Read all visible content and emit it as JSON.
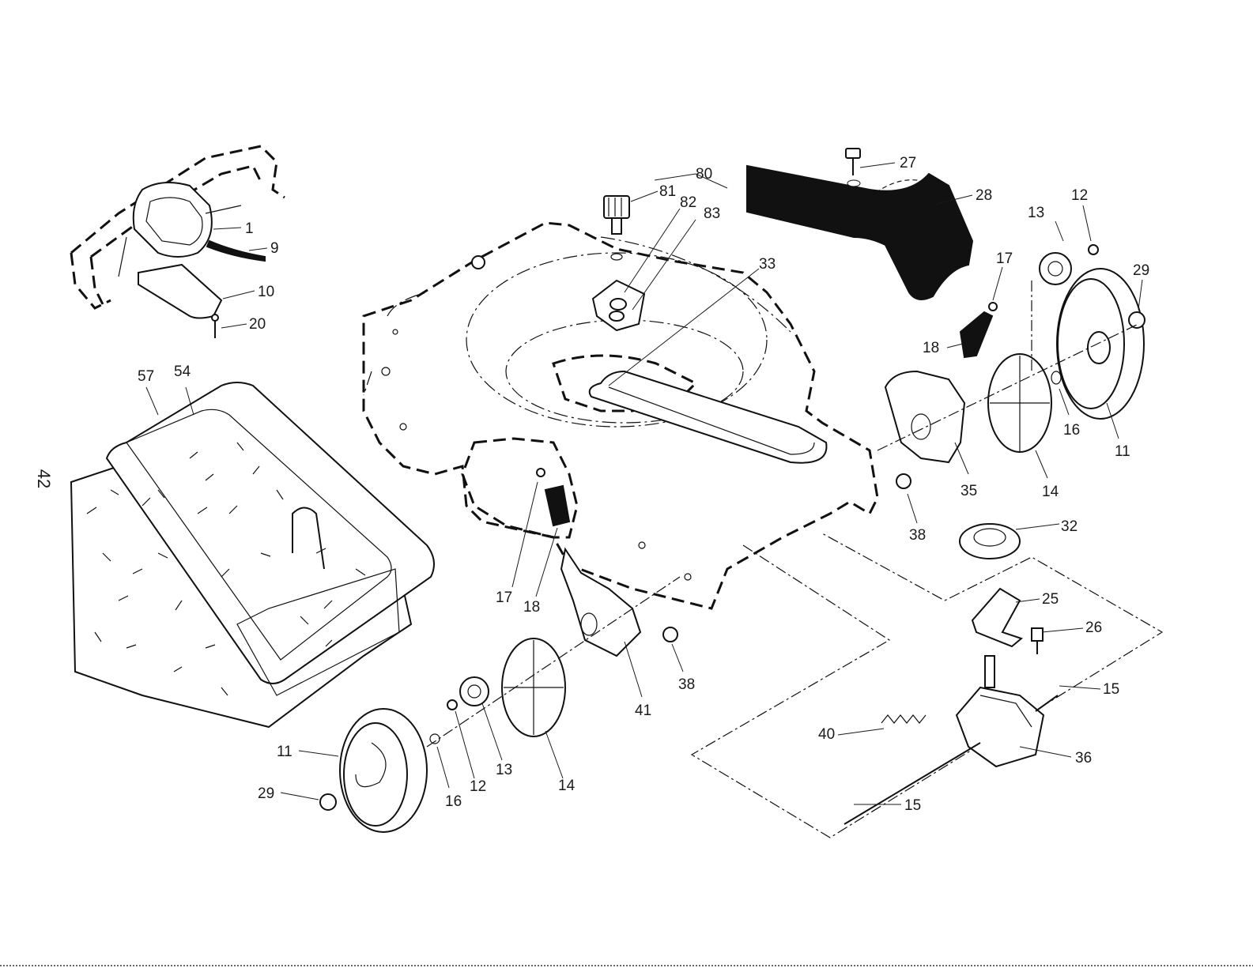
{
  "page_number": "42",
  "callouts": {
    "c1": "1",
    "c9": "9",
    "c10": "10",
    "c20": "20",
    "c80": "80",
    "c81": "81",
    "c82": "82",
    "c83": "83",
    "c27": "27",
    "c28": "28",
    "c33": "33",
    "c13r": "13",
    "c12r": "12",
    "c17r": "17",
    "c29r": "29",
    "c18r": "18",
    "c16r": "16",
    "c11r": "11",
    "c35": "35",
    "c14r": "14",
    "c38r": "38",
    "c32": "32",
    "c25": "25",
    "c26": "26",
    "c15a": "15",
    "c36": "36",
    "c40": "40",
    "c15b": "15",
    "c57": "57",
    "c54": "54",
    "c17l": "17",
    "c18l": "18",
    "c41": "41",
    "c38l": "38",
    "c11l": "11",
    "c29l": "29",
    "c16l": "16",
    "c12l": "12",
    "c13l": "13",
    "c14l": "14"
  }
}
